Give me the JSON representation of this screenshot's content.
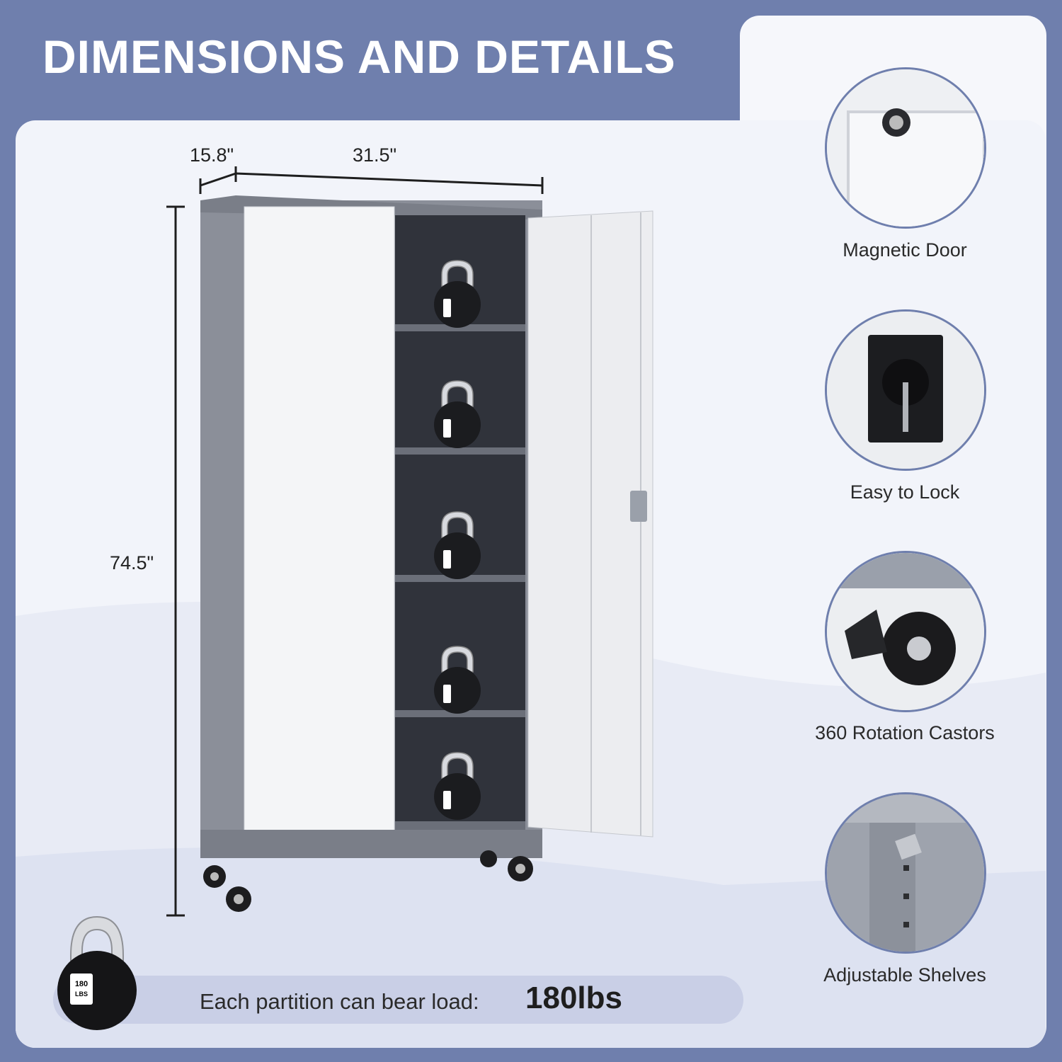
{
  "title": "DIMENSIONS AND DETAILS",
  "dimensions": {
    "depth": "15.8\"",
    "width": "31.5\"",
    "height": "74.5\""
  },
  "features": [
    {
      "label": "Magnetic Door",
      "icon": "magnetic-door-icon"
    },
    {
      "label": "Easy to Lock",
      "icon": "lock-icon"
    },
    {
      "label": "360 Rotation Castors",
      "icon": "castor-wheel-icon"
    },
    {
      "label": "Adjustable Shelves",
      "icon": "shelf-bracket-icon"
    }
  ],
  "load": {
    "text": "Each partition can bear load:",
    "value": "180lbs"
  },
  "kettlebell_label": {
    "line1": "180",
    "line2": "LBS"
  },
  "colors": {
    "accent": "#6f7fad",
    "panel": "#f2f4fa",
    "cabinet_frame": "#8b8f99",
    "door": "#f4f5f7",
    "interior": "#2c2f36"
  }
}
